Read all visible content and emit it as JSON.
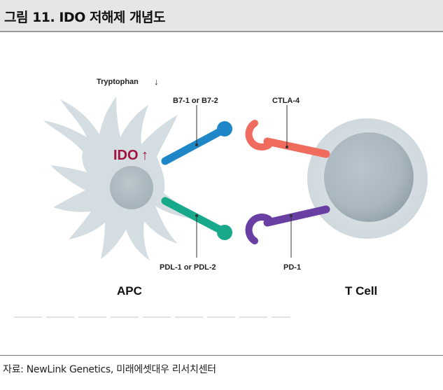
{
  "header": {
    "title": "그림 11. IDO 저해제 개념도"
  },
  "diagram": {
    "tryptophan_label": "Tryptophan",
    "tryptophan_arrow": "↓",
    "ido_label": "IDO",
    "ido_arrow": "↑",
    "b7_label": "B7-1 or B7-2",
    "ctla4_label": "CTLA-4",
    "pdl1_label": "PDL-1 or PDL-2",
    "pd1_label": "PD-1",
    "apc_label": "APC",
    "tcell_label": "T Cell",
    "colors": {
      "cell_body": "#d4dde1",
      "nucleus": "#b5c1c8",
      "b7": "#1f86c8",
      "ctla4": "#ef6b5e",
      "pdl1": "#17a98a",
      "pd1": "#6a3fa3",
      "ido": "#a3123f"
    }
  },
  "footer": {
    "source": "자료: NewLink Genetics, 미래에셋대우 리서치센터"
  }
}
